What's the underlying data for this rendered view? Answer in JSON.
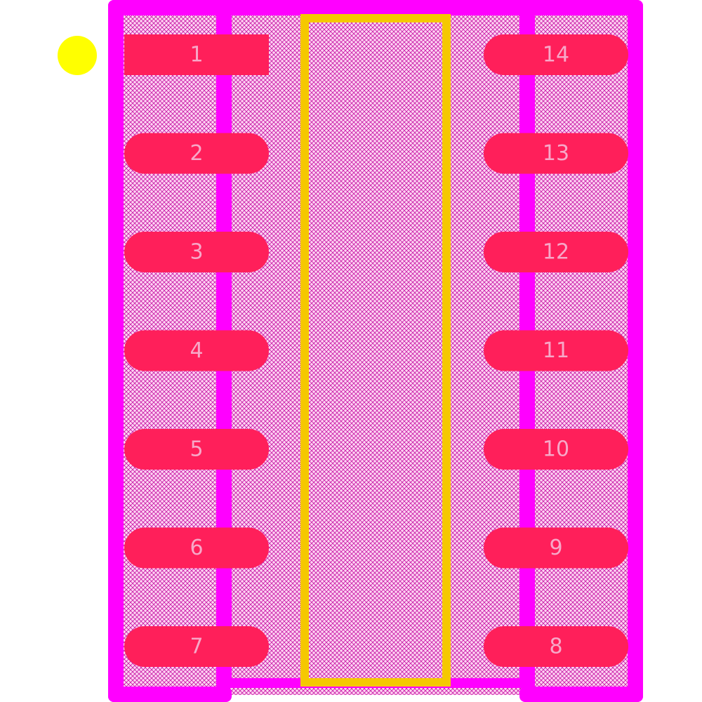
{
  "footprint": {
    "pin1_marker_color": "#ffff00",
    "courtyard_color": "#ff00ff",
    "pad_color": "#ff1f5a",
    "body_outline_color": "#f5c800",
    "pads_left": [
      {
        "label": "1",
        "shape": "rect"
      },
      {
        "label": "2",
        "shape": "round"
      },
      {
        "label": "3",
        "shape": "round"
      },
      {
        "label": "4",
        "shape": "round"
      },
      {
        "label": "5",
        "shape": "round"
      },
      {
        "label": "6",
        "shape": "round"
      },
      {
        "label": "7",
        "shape": "round"
      }
    ],
    "pads_right": [
      {
        "label": "14",
        "shape": "round"
      },
      {
        "label": "13",
        "shape": "round"
      },
      {
        "label": "12",
        "shape": "round"
      },
      {
        "label": "11",
        "shape": "round"
      },
      {
        "label": "10",
        "shape": "round"
      },
      {
        "label": "9",
        "shape": "round"
      },
      {
        "label": "8",
        "shape": "round"
      }
    ]
  }
}
